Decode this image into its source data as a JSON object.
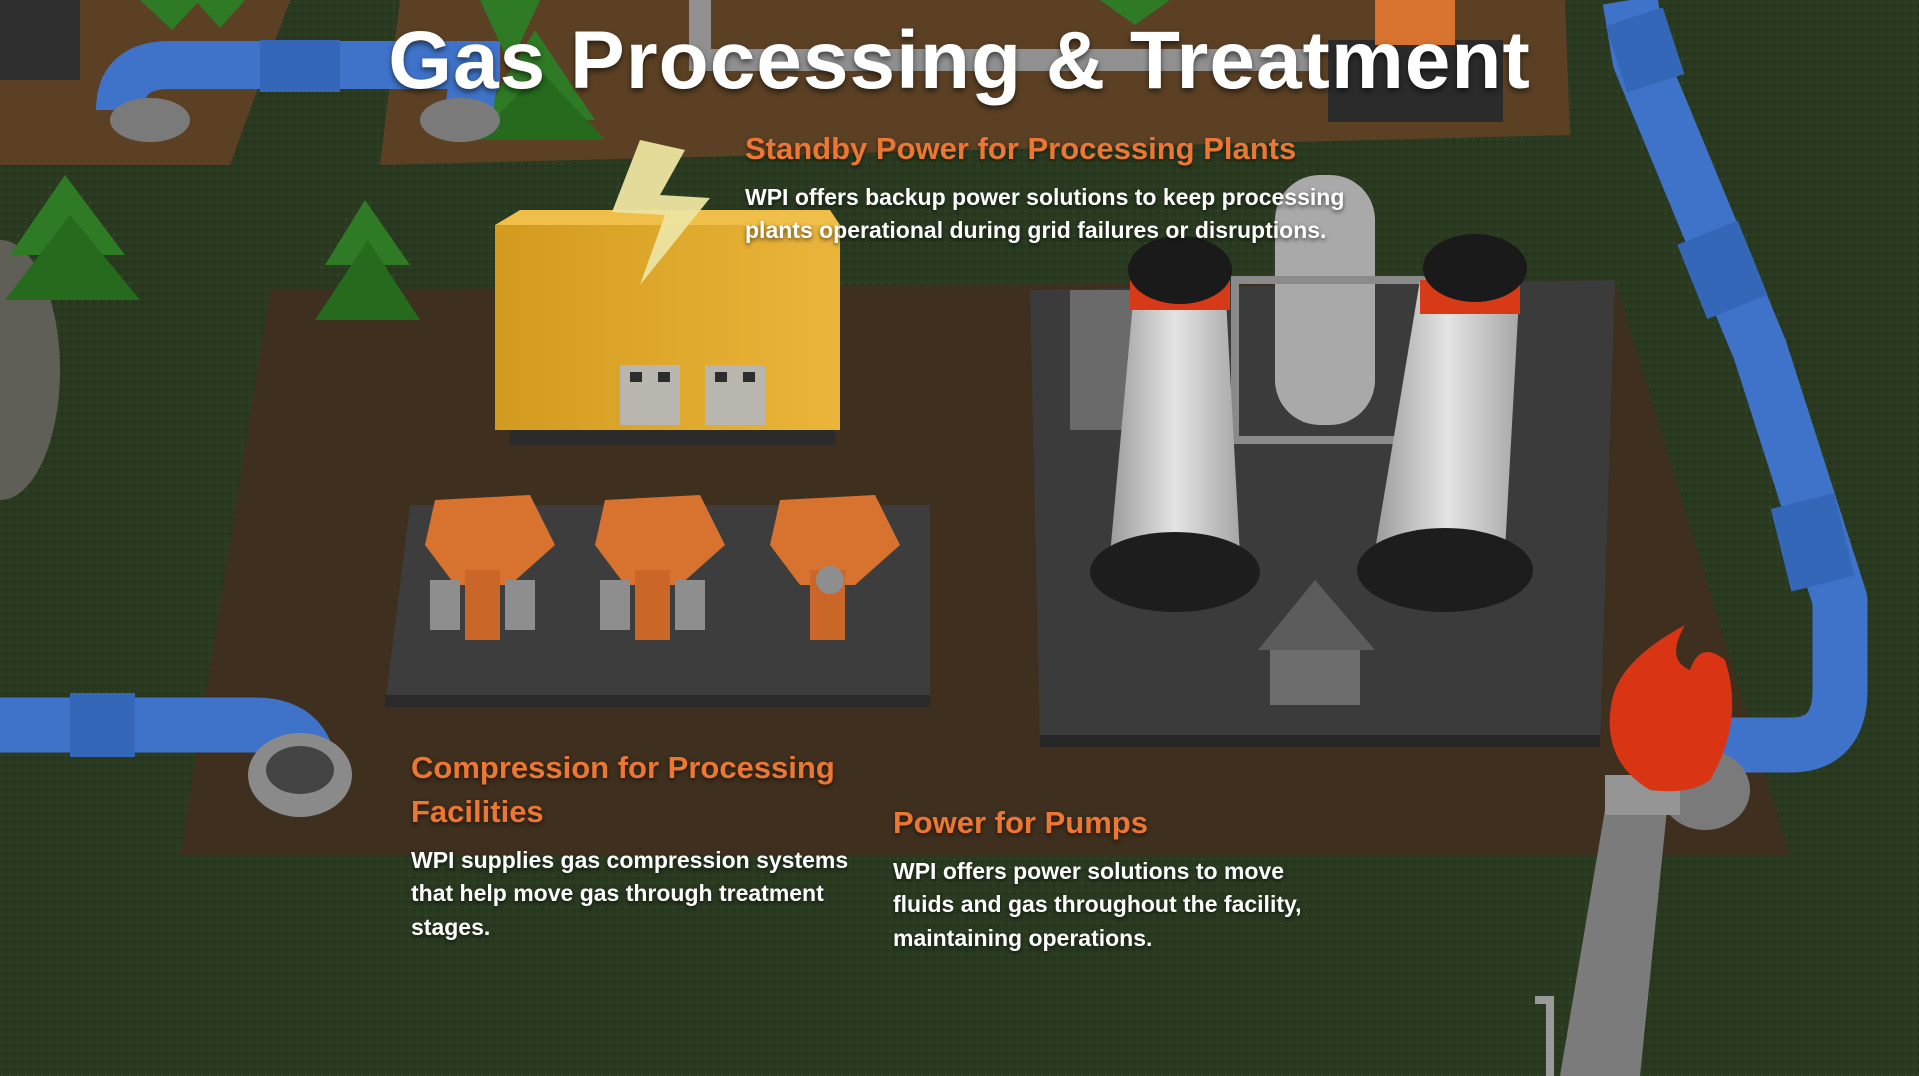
{
  "page": {
    "title": "Gas Processing & Treatment"
  },
  "cards": {
    "standby": {
      "heading": "Standby Power for Processing Plants",
      "body": "WPI offers backup power solutions to keep processing plants operational during grid failures or disruptions."
    },
    "compression": {
      "heading": "Compression for Processing Facilities",
      "body": "WPI supplies gas compression systems that help move gas through treatment stages."
    },
    "pumps": {
      "heading": "Power for Pumps",
      "body": "WPI offers power solutions to move fluids and gas throughout the facility, maintaining operations."
    }
  },
  "icons": {
    "power": "lightning-bolt-icon",
    "flare": "flame-icon"
  },
  "colors": {
    "heading": "#ec7734",
    "body_text": "#ffffff",
    "grass": "#2b3b22",
    "ground": "#3e2f1e",
    "pipe": "#3f73c9",
    "generator": "#e0a82a",
    "compressor": "#d8722f",
    "flame": "#d93414"
  }
}
